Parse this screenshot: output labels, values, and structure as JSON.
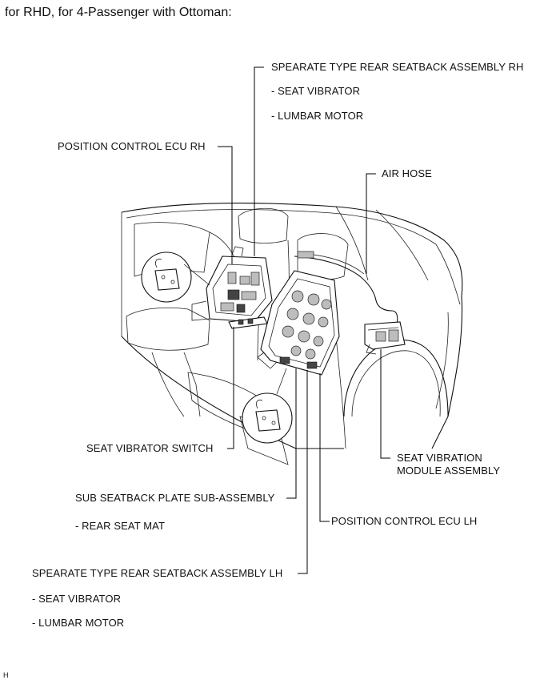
{
  "heading": "for RHD, for 4-Passenger with Ottoman:",
  "figure_id": "H",
  "labels": {
    "seatback_rh": "SPEARATE TYPE REAR SEATBACK ASSEMBLY RH",
    "seatback_rh_vibrator": "- SEAT VIBRATOR",
    "seatback_rh_lumbar": "- LUMBAR MOTOR",
    "ecu_rh": "POSITION CONTROL ECU RH",
    "air_hose": "AIR HOSE",
    "vibrator_switch": "SEAT VIBRATOR SWITCH",
    "vibration_module_1": "SEAT VIBRATION",
    "vibration_module_2": "MODULE ASSEMBLY",
    "sub_seatback_plate": "SUB SEATBACK PLATE SUB-ASSEMBLY",
    "rear_seat_mat": "- REAR SEAT MAT",
    "ecu_lh": "POSITION CONTROL ECU LH",
    "seatback_lh": "SPEARATE TYPE REAR SEATBACK ASSEMBLY LH",
    "seatback_lh_vibrator": "- SEAT VIBRATOR",
    "seatback_lh_lumbar": "- LUMBAR MOTOR"
  }
}
